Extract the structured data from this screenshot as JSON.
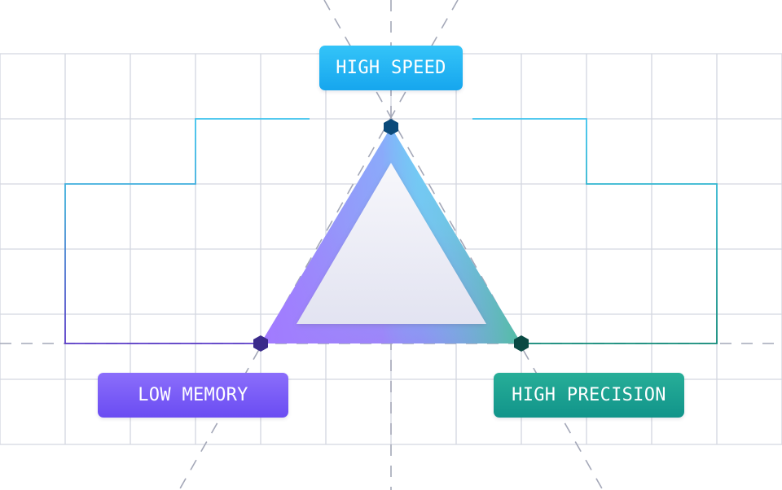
{
  "labels": {
    "speed": "HIGH SPEED",
    "memory": "LOW MEMORY",
    "precision": "HIGH PRECISION"
  },
  "colors": {
    "grid": "#d3d6e0",
    "guide": "#9ea3b3",
    "speed": "#3cb8f2",
    "speed_dark": "#0b4a7a",
    "memory": "#7b5cf5",
    "memory_dark": "#3a2a8a",
    "precision": "#1aa08a",
    "precision_dark": "#0a4a44",
    "inner_fill": "#e9eaf4"
  }
}
